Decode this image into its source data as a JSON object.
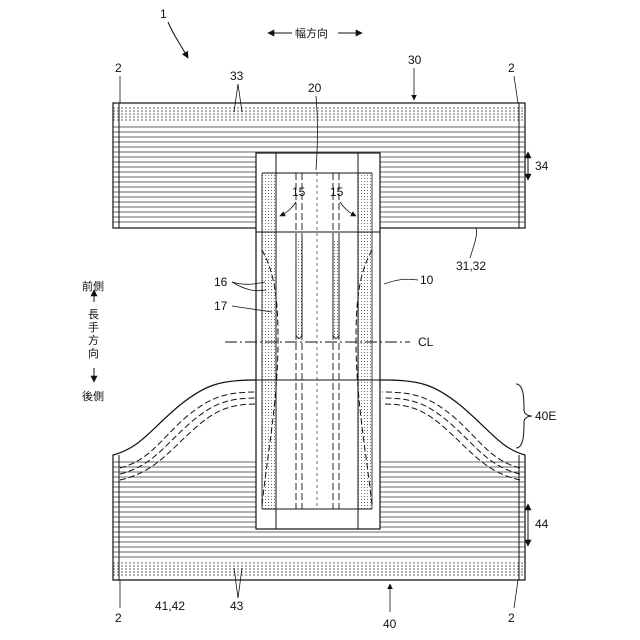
{
  "labels": {
    "fig_ref": "1",
    "width_direction": "幅方向",
    "front_side": "前側",
    "longitudinal_direction": "長手方向",
    "rear_side": "後側",
    "side_edge": "2",
    "front_belt": "30",
    "front_belt_elastics": "33",
    "absorbent_core": "20",
    "front_overlap_width": "34",
    "inner_walls": "15",
    "front_belt_layers": "31,32",
    "leg_gather_16": "16",
    "leg_gather_17": "17",
    "absorbent_main_body": "10",
    "center_line": "CL",
    "rear_extension": "40E",
    "rear_overlap_width": "44",
    "rear_belt_layers": "41,42",
    "rear_belt_elastics": "43",
    "rear_belt": "40"
  }
}
